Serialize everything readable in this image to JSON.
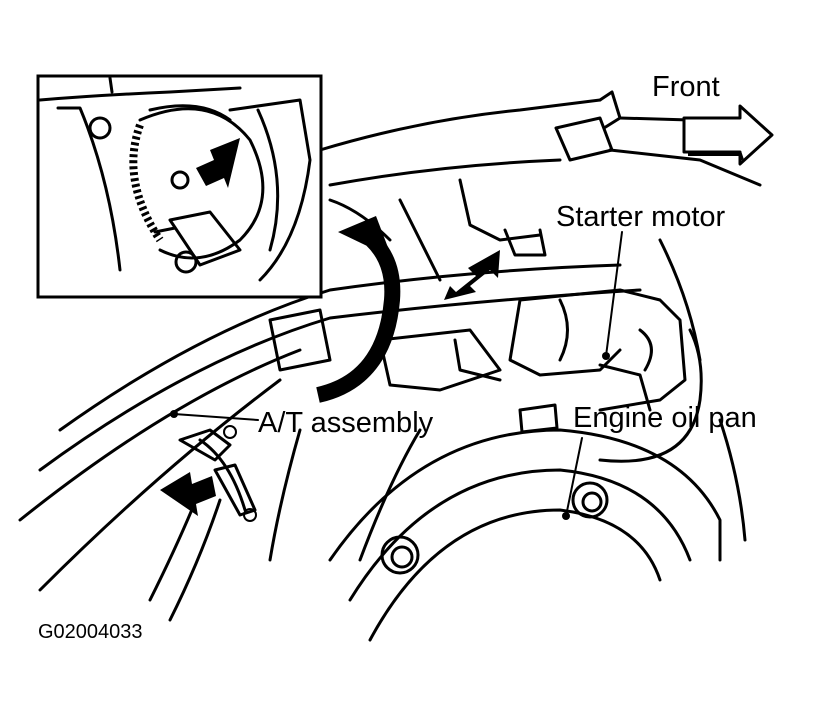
{
  "labels": {
    "front": "Front",
    "starter_motor": "Starter motor",
    "at_assembly": "A/T assembly",
    "engine_oil_pan": "Engine oil pan"
  },
  "figure_code": "G02004033"
}
